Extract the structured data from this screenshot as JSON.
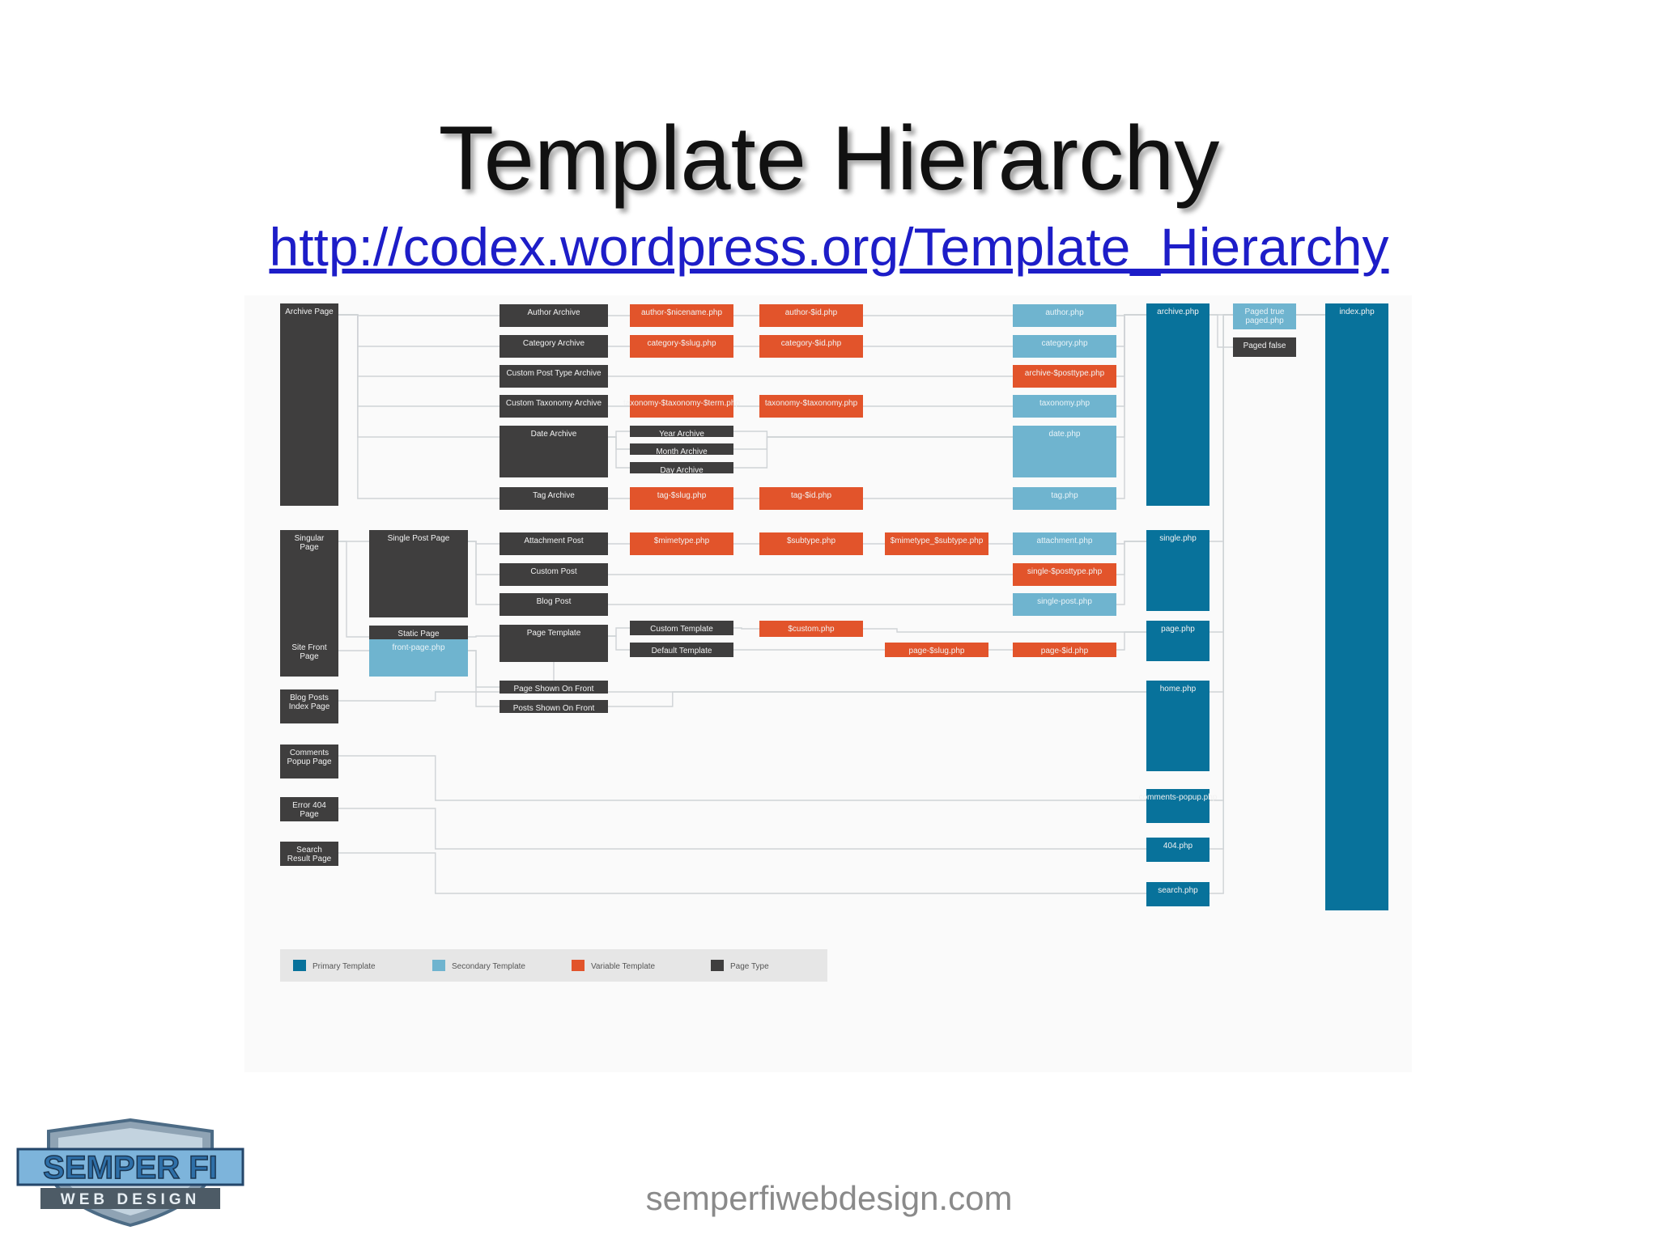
{
  "slide": {
    "title": "Template Hierarchy",
    "link": "http://codex.wordpress.org/Template_Hierarchy",
    "footer": "semperfiwebdesign.com"
  },
  "logo": {
    "line1": "SEMPER FI",
    "line2": "WEB DESIGN"
  },
  "colors": {
    "page_type": "#3f3e3e",
    "variable": "#e2542b",
    "secondary": "#6fb4cf",
    "primary": "#08729b"
  },
  "legend": [
    {
      "label": "Primary Template",
      "kind": "primary"
    },
    {
      "label": "Secondary Template",
      "kind": "secondary"
    },
    {
      "label": "Variable Template",
      "kind": "variable"
    },
    {
      "label": "Page Type",
      "kind": "page_type"
    }
  ],
  "diagram": {
    "nodes": [
      {
        "id": "archive-page",
        "label": "Archive Page",
        "kind": "page_type"
      },
      {
        "id": "singular-page",
        "label": "Singular Page",
        "kind": "page_type"
      },
      {
        "id": "site-front-page",
        "label": "Site Front Page",
        "kind": "page_type"
      },
      {
        "id": "blog-posts-index",
        "label": "Blog Posts Index Page",
        "kind": "page_type"
      },
      {
        "id": "comments-popup",
        "label": "Comments Popup Page",
        "kind": "page_type"
      },
      {
        "id": "error-404",
        "label": "Error 404 Page",
        "kind": "page_type"
      },
      {
        "id": "search-result",
        "label": "Search Result Page",
        "kind": "page_type"
      },
      {
        "id": "single-post-page",
        "label": "Single Post Page",
        "kind": "page_type"
      },
      {
        "id": "static-page",
        "label": "Static Page",
        "kind": "page_type"
      },
      {
        "id": "front-page-php",
        "label": "front-page.php",
        "kind": "secondary"
      },
      {
        "id": "author-archive",
        "label": "Author Archive",
        "kind": "page_type"
      },
      {
        "id": "category-archive",
        "label": "Category Archive",
        "kind": "page_type"
      },
      {
        "id": "custom-post-type-archive",
        "label": "Custom Post Type Archive",
        "kind": "page_type"
      },
      {
        "id": "custom-taxonomy-archive",
        "label": "Custom Taxonomy Archive",
        "kind": "page_type"
      },
      {
        "id": "date-archive",
        "label": "Date Archive",
        "kind": "page_type"
      },
      {
        "id": "tag-archive",
        "label": "Tag Archive",
        "kind": "page_type"
      },
      {
        "id": "attachment-post",
        "label": "Attachment Post",
        "kind": "page_type"
      },
      {
        "id": "custom-post",
        "label": "Custom Post",
        "kind": "page_type"
      },
      {
        "id": "blog-post",
        "label": "Blog Post",
        "kind": "page_type"
      },
      {
        "id": "page-template",
        "label": "Page Template",
        "kind": "page_type"
      },
      {
        "id": "page-shown-on-front",
        "label": "Page Shown On Front",
        "kind": "page_type"
      },
      {
        "id": "posts-shown-on-front",
        "label": "Posts Shown On Front",
        "kind": "page_type"
      },
      {
        "id": "author-nicename",
        "label": "author-$nicename.php",
        "kind": "variable"
      },
      {
        "id": "category-slug",
        "label": "category-$slug.php",
        "kind": "variable"
      },
      {
        "id": "taxonomy-term",
        "label": "taxonomy-$taxonomy-$term.php",
        "kind": "variable"
      },
      {
        "id": "year-archive",
        "label": "Year Archive",
        "kind": "page_type"
      },
      {
        "id": "month-archive",
        "label": "Month Archive",
        "kind": "page_type"
      },
      {
        "id": "day-archive",
        "label": "Day Archive",
        "kind": "page_type"
      },
      {
        "id": "tag-slug",
        "label": "tag-$slug.php",
        "kind": "variable"
      },
      {
        "id": "mimetype-php",
        "label": "$mimetype.php",
        "kind": "variable"
      },
      {
        "id": "custom-template",
        "label": "Custom Template",
        "kind": "page_type"
      },
      {
        "id": "default-template",
        "label": "Default Template",
        "kind": "page_type"
      },
      {
        "id": "author-id",
        "label": "author-$id.php",
        "kind": "variable"
      },
      {
        "id": "category-id",
        "label": "category-$id.php",
        "kind": "variable"
      },
      {
        "id": "taxonomy-tax",
        "label": "taxonomy-$taxonomy.php",
        "kind": "variable"
      },
      {
        "id": "tag-id",
        "label": "tag-$id.php",
        "kind": "variable"
      },
      {
        "id": "subtype-php",
        "label": "$subtype.php",
        "kind": "variable"
      },
      {
        "id": "custom-php",
        "label": "$custom.php",
        "kind": "variable"
      },
      {
        "id": "mimetype-subtype",
        "label": "$mimetype_$subtype.php",
        "kind": "variable"
      },
      {
        "id": "page-slug",
        "label": "page-$slug.php",
        "kind": "variable"
      },
      {
        "id": "author-php",
        "label": "author.php",
        "kind": "secondary"
      },
      {
        "id": "category-php",
        "label": "category.php",
        "kind": "secondary"
      },
      {
        "id": "archive-posttype",
        "label": "archive-$posttype.php",
        "kind": "variable"
      },
      {
        "id": "taxonomy-php",
        "label": "taxonomy.php",
        "kind": "secondary"
      },
      {
        "id": "date-php",
        "label": "date.php",
        "kind": "secondary"
      },
      {
        "id": "tag-php",
        "label": "tag.php",
        "kind": "secondary"
      },
      {
        "id": "attachment-php",
        "label": "attachment.php",
        "kind": "secondary"
      },
      {
        "id": "single-posttype",
        "label": "single-$posttype.php",
        "kind": "variable"
      },
      {
        "id": "single-post-php",
        "label": "single-post.php",
        "kind": "secondary"
      },
      {
        "id": "page-id",
        "label": "page-$id.php",
        "kind": "variable"
      },
      {
        "id": "archive-php",
        "label": "archive.php",
        "kind": "primary"
      },
      {
        "id": "single-php",
        "label": "single.php",
        "kind": "primary"
      },
      {
        "id": "page-php",
        "label": "page.php",
        "kind": "primary"
      },
      {
        "id": "home-php",
        "label": "home.php",
        "kind": "primary"
      },
      {
        "id": "comments-popup-php",
        "label": "comments-popup.php",
        "kind": "primary"
      },
      {
        "id": "404-php",
        "label": "404.php",
        "kind": "primary"
      },
      {
        "id": "search-php",
        "label": "search.php",
        "kind": "primary"
      },
      {
        "id": "paged-true",
        "label": "Paged true paged.php",
        "kind": "secondary"
      },
      {
        "id": "paged-false",
        "label": "Paged false",
        "kind": "page_type"
      },
      {
        "id": "index-php",
        "label": "index.php",
        "kind": "primary"
      }
    ],
    "edges": [
      [
        "archive-page",
        "author-archive"
      ],
      [
        "archive-page",
        "category-archive"
      ],
      [
        "archive-page",
        "custom-post-type-archive"
      ],
      [
        "archive-page",
        "custom-taxonomy-archive"
      ],
      [
        "archive-page",
        "date-archive"
      ],
      [
        "archive-page",
        "tag-archive"
      ],
      [
        "author-archive",
        "author-nicename"
      ],
      [
        "author-nicename",
        "author-id"
      ],
      [
        "author-id",
        "author-php"
      ],
      [
        "author-php",
        "archive-php"
      ],
      [
        "category-archive",
        "category-slug"
      ],
      [
        "category-slug",
        "category-id"
      ],
      [
        "category-id",
        "category-php"
      ],
      [
        "category-php",
        "archive-php"
      ],
      [
        "custom-post-type-archive",
        "archive-posttype"
      ],
      [
        "archive-posttype",
        "archive-php"
      ],
      [
        "custom-taxonomy-archive",
        "taxonomy-term"
      ],
      [
        "taxonomy-term",
        "taxonomy-tax"
      ],
      [
        "taxonomy-tax",
        "taxonomy-php"
      ],
      [
        "taxonomy-php",
        "archive-php"
      ],
      [
        "date-archive",
        "year-archive"
      ],
      [
        "date-archive",
        "month-archive"
      ],
      [
        "date-archive",
        "day-archive"
      ],
      [
        "year-archive",
        "date-php"
      ],
      [
        "month-archive",
        "date-php"
      ],
      [
        "day-archive",
        "date-php"
      ],
      [
        "date-php",
        "archive-php"
      ],
      [
        "tag-archive",
        "tag-slug"
      ],
      [
        "tag-slug",
        "tag-id"
      ],
      [
        "tag-id",
        "tag-php"
      ],
      [
        "tag-php",
        "archive-php"
      ],
      [
        "archive-php",
        "paged-true"
      ],
      [
        "archive-php",
        "paged-false"
      ],
      [
        "paged-true",
        "index-php"
      ],
      [
        "singular-page",
        "single-post-page"
      ],
      [
        "singular-page",
        "static-page"
      ],
      [
        "single-post-page",
        "attachment-post"
      ],
      [
        "single-post-page",
        "custom-post"
      ],
      [
        "single-post-page",
        "blog-post"
      ],
      [
        "attachment-post",
        "mimetype-php"
      ],
      [
        "mimetype-php",
        "subtype-php"
      ],
      [
        "subtype-php",
        "mimetype-subtype"
      ],
      [
        "mimetype-subtype",
        "attachment-php"
      ],
      [
        "attachment-php",
        "single-php"
      ],
      [
        "custom-post",
        "single-posttype"
      ],
      [
        "single-posttype",
        "single-php"
      ],
      [
        "blog-post",
        "single-post-php"
      ],
      [
        "single-post-php",
        "single-php"
      ],
      [
        "static-page",
        "page-template"
      ],
      [
        "page-template",
        "custom-template"
      ],
      [
        "page-template",
        "default-template"
      ],
      [
        "custom-template",
        "custom-php"
      ],
      [
        "custom-php",
        "page-php"
      ],
      [
        "default-template",
        "page-slug"
      ],
      [
        "page-slug",
        "page-id"
      ],
      [
        "page-id",
        "page-php"
      ],
      [
        "site-front-page",
        "front-page-php"
      ],
      [
        "front-page-php",
        "page-shown-on-front"
      ],
      [
        "front-page-php",
        "posts-shown-on-front"
      ],
      [
        "page-shown-on-front",
        "page-template"
      ],
      [
        "posts-shown-on-front",
        "home-php"
      ],
      [
        "blog-posts-index",
        "home-php"
      ],
      [
        "comments-popup",
        "comments-popup-php"
      ],
      [
        "error-404",
        "404-php"
      ],
      [
        "search-result",
        "search-php"
      ],
      [
        "single-php",
        "index-php"
      ],
      [
        "page-php",
        "index-php"
      ],
      [
        "home-php",
        "index-php"
      ],
      [
        "comments-popup-php",
        "index-php"
      ],
      [
        "404-php",
        "index-php"
      ],
      [
        "search-php",
        "index-php"
      ]
    ]
  }
}
